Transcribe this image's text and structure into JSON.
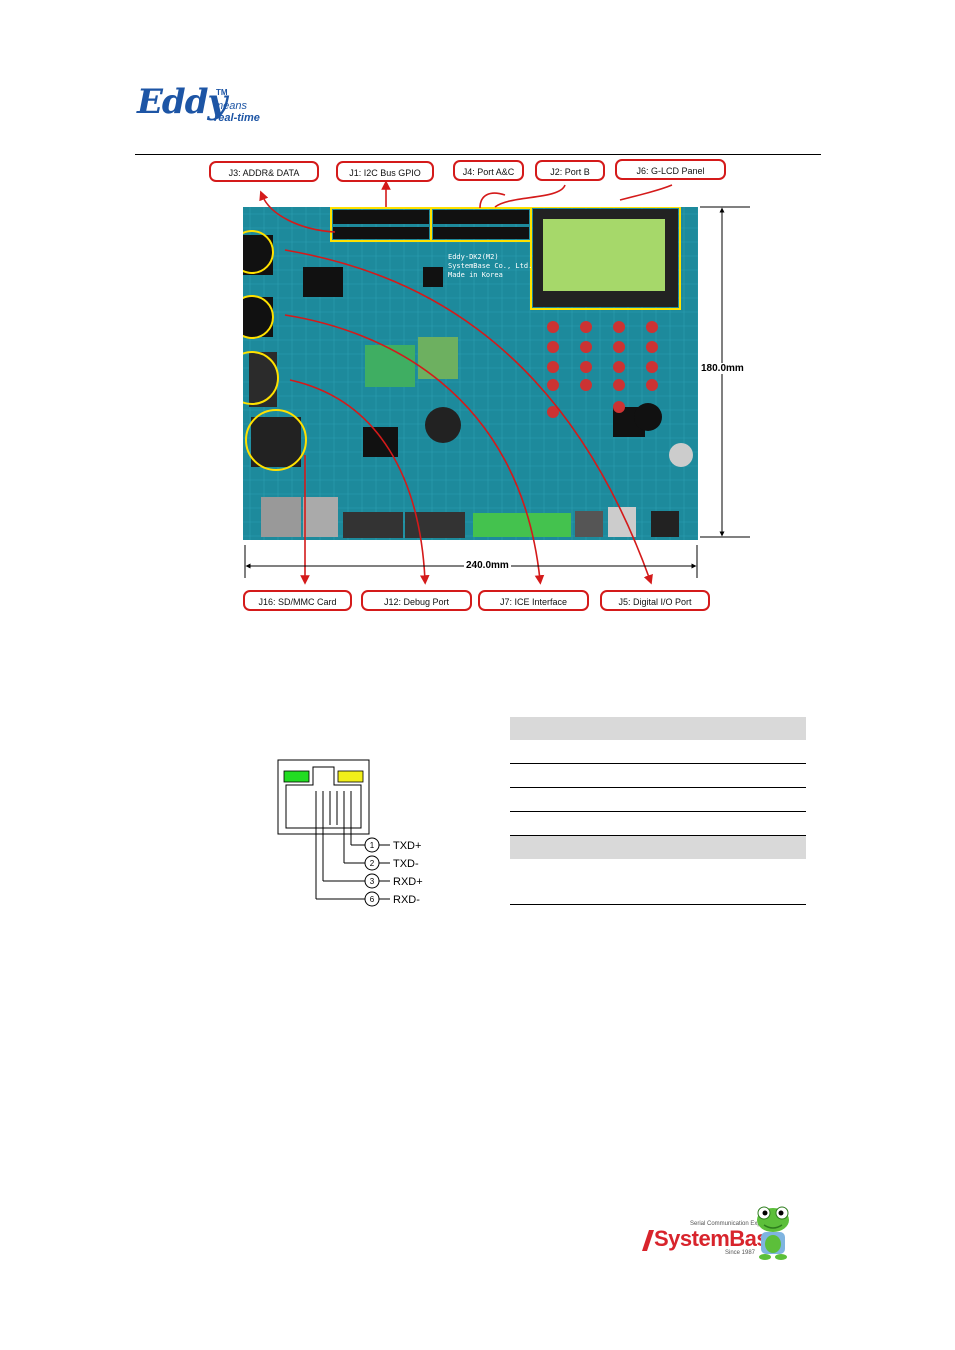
{
  "header": {
    "brand": "Eddy",
    "tm": "TM",
    "tagline_top": "means",
    "tagline_bottom": "real-time"
  },
  "callouts_top": [
    "J3: ADDR& DATA",
    "J1: I2C Bus GPIO",
    "J4: Port A&C",
    "J2: Port B",
    "J6: G-LCD Panel"
  ],
  "callouts_bottom": [
    "J16: SD/MMC Card",
    "J12: Debug Port",
    "J7: ICE Interface",
    "J5: Digital I/O Port"
  ],
  "dimensions": {
    "height_label": "180.0mm",
    "width_label": "240.0mm"
  },
  "board_silkscreen": [
    "Eddy-DK2(M2)",
    "SystemBase Co., Ltd.",
    "Made in Korea"
  ],
  "rj45": {
    "pins": [
      {
        "num": "1",
        "label": "TXD+"
      },
      {
        "num": "2",
        "label": "TXD-"
      },
      {
        "num": "3",
        "label": "RXD+"
      },
      {
        "num": "6",
        "label": "RXD-"
      }
    ],
    "led_colors": [
      "#22dd22",
      "#f2ef1a"
    ]
  },
  "footer": {
    "logo": "SystemBase",
    "slogan": "Serial Communication Experts",
    "since": "Since 1987"
  },
  "colors": {
    "callout_red": "#d41a1a",
    "brand_blue": "#1d55a5",
    "board_teal": "#1e8ea0",
    "lcd_green": "#a6d86a"
  }
}
